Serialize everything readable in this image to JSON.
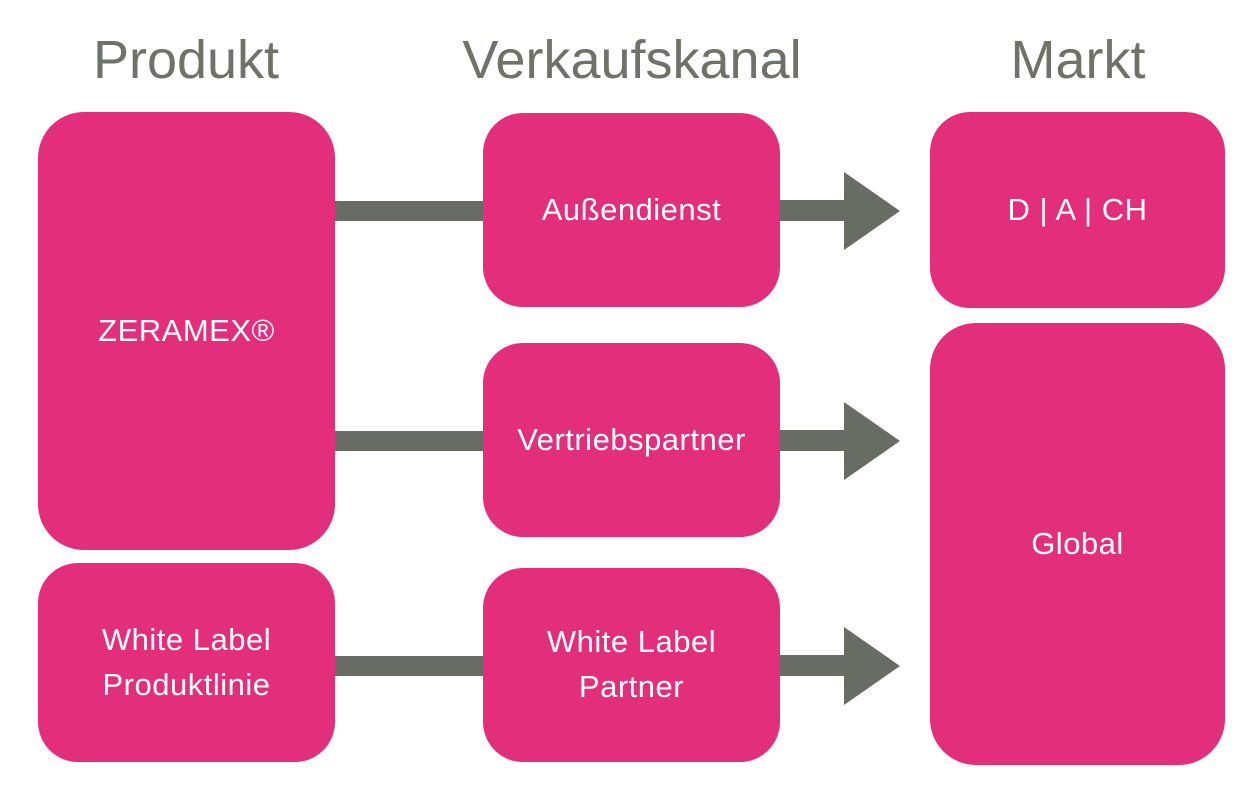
{
  "colors": {
    "node": "#E22E7B",
    "connector": "#696C64",
    "heading_text": "#6F7269",
    "node_text": "#FFFFFF",
    "page_bg": "#FFFFFF"
  },
  "headings": [
    {
      "id": "produkt",
      "label": "Produkt"
    },
    {
      "id": "verkaufskanal",
      "label": "Verkaufskanal"
    },
    {
      "id": "markt",
      "label": "Markt"
    }
  ],
  "nodes": [
    {
      "id": "zeramex",
      "column": "Produkt",
      "label": "ZERAMEX®"
    },
    {
      "id": "white-label-produktlinie",
      "column": "Produkt",
      "label": "White Label\nProduktlinie"
    },
    {
      "id": "aussendienst",
      "column": "Verkaufskanal",
      "label": "Außendienst"
    },
    {
      "id": "vertriebspartner",
      "column": "Verkaufskanal",
      "label": "Vertriebspartner"
    },
    {
      "id": "white-label-partner",
      "column": "Verkaufskanal",
      "label": "White Label\nPartner"
    },
    {
      "id": "d-a-ch",
      "column": "Markt",
      "label": "D | A | CH"
    },
    {
      "id": "global",
      "column": "Markt",
      "label": "Global"
    }
  ],
  "connections": [
    {
      "from": "ZERAMEX®",
      "to": "Außendienst",
      "type": "line"
    },
    {
      "from": "ZERAMEX®",
      "to": "Vertriebspartner",
      "type": "line"
    },
    {
      "from": "White Label Produktlinie",
      "to": "White Label Partner",
      "type": "line"
    },
    {
      "from": "Außendienst",
      "to": "D | A | CH",
      "type": "arrow"
    },
    {
      "from": "Vertriebspartner",
      "to": "Global",
      "type": "arrow"
    },
    {
      "from": "White Label Partner",
      "to": "Global",
      "type": "arrow"
    }
  ]
}
